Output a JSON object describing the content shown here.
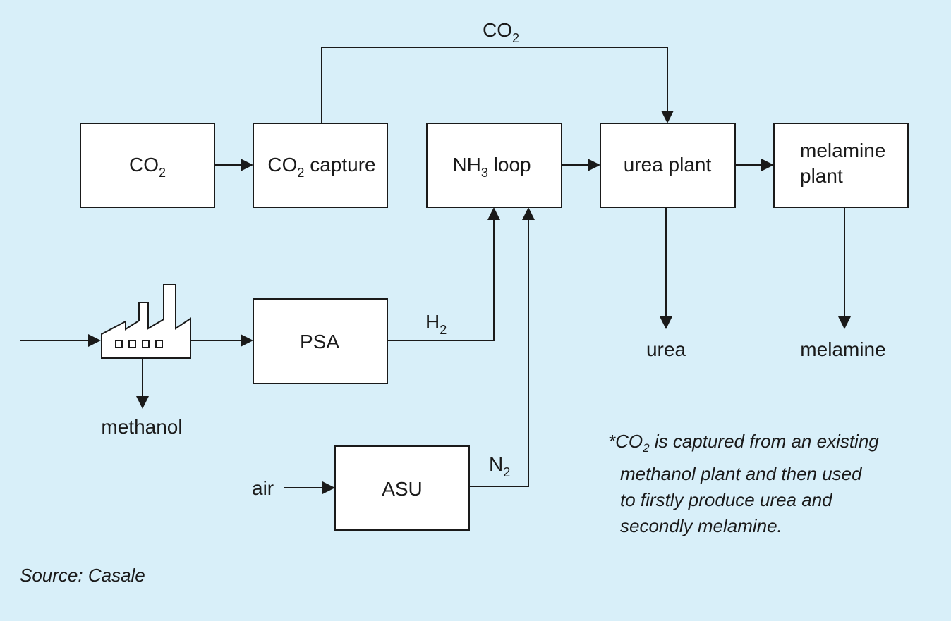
{
  "colors": {
    "background": "#d8eff9",
    "box_fill": "#ffffff",
    "stroke": "#1a1a1a"
  },
  "icons": {
    "factory": "factory-icon"
  },
  "nodes": {
    "co2_source": {
      "label": "CO",
      "sub": "2",
      "tail": ""
    },
    "co2_capture": {
      "label": "CO",
      "sub": "2",
      "tail": " capture"
    },
    "nh3_loop": {
      "label": "NH",
      "sub": "3",
      "tail": " loop"
    },
    "urea_plant": {
      "label": "urea plant"
    },
    "melamine_plant": {
      "line1": "melamine",
      "line2": "plant"
    },
    "psa": {
      "label": "PSA"
    },
    "asu": {
      "label": "ASU"
    }
  },
  "streams": {
    "co2_recycle": {
      "label": "CO",
      "sub": "2"
    },
    "h2": {
      "label": "H",
      "sub": "2"
    },
    "n2": {
      "label": "N",
      "sub": "2"
    },
    "air": {
      "label": "air"
    },
    "methanol": {
      "label": "methanol"
    },
    "urea": {
      "label": "urea"
    },
    "melamine": {
      "label": "melamine"
    }
  },
  "note": {
    "line1_star": "*",
    "line1_co": "CO",
    "line1_sub": "2",
    "line1_rest": " is captured from an existing",
    "line2": "methanol plant and then used",
    "line3": "to firstly produce urea and",
    "line4": "secondly melamine."
  },
  "source": "Source: Casale"
}
